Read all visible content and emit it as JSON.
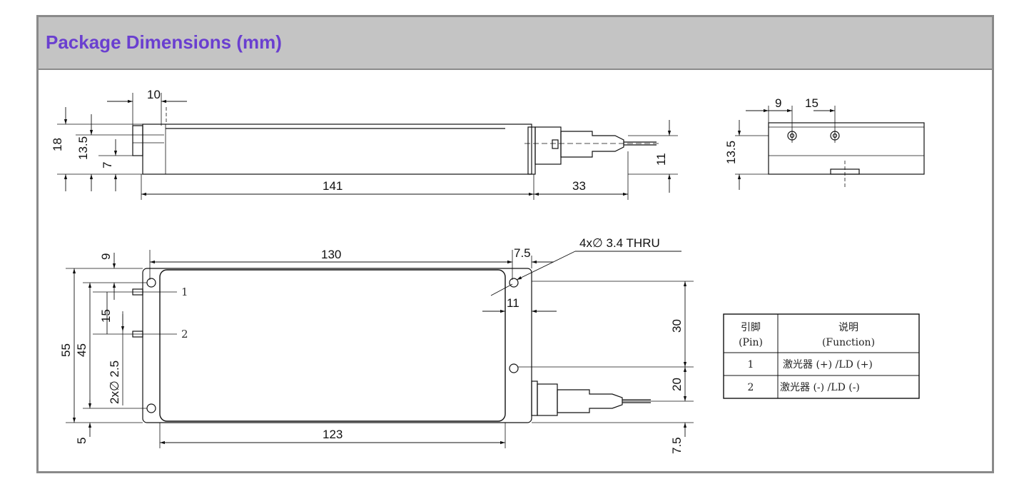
{
  "header": {
    "title": "Package Dimensions (mm)"
  },
  "side_view": {
    "dims": {
      "w10": "10",
      "h18": "18",
      "h13_5": "13.5",
      "h7": "7",
      "l141": "141",
      "l33": "33",
      "h11": "11"
    }
  },
  "end_view": {
    "dims": {
      "p9": "9",
      "p15": "15",
      "h13_5": "13.5"
    }
  },
  "top_view": {
    "dims": {
      "l130": "130",
      "p7_5": "7.5",
      "hole_note": "4x∅ 3.4 THRU",
      "p9": "9",
      "h55": "55",
      "h45": "45",
      "p15": "15",
      "pin_dia": "2x∅ 2.5",
      "p5": "5",
      "l123": "123",
      "p11": "11",
      "h30": "30",
      "h20": "20",
      "p7_5b": "7.5"
    },
    "pin_labels": [
      "1",
      "2"
    ]
  },
  "pin_table": {
    "header": {
      "col1_line1": "引脚",
      "col1_line2": "(Pin)",
      "col2_line1": "说明",
      "col2_line2": "(Function)"
    },
    "rows": [
      {
        "pin": "1",
        "function": "激光器 (+) /LD (+)"
      },
      {
        "pin": "2",
        "function": "激光器 (-) /LD (-)"
      }
    ]
  }
}
